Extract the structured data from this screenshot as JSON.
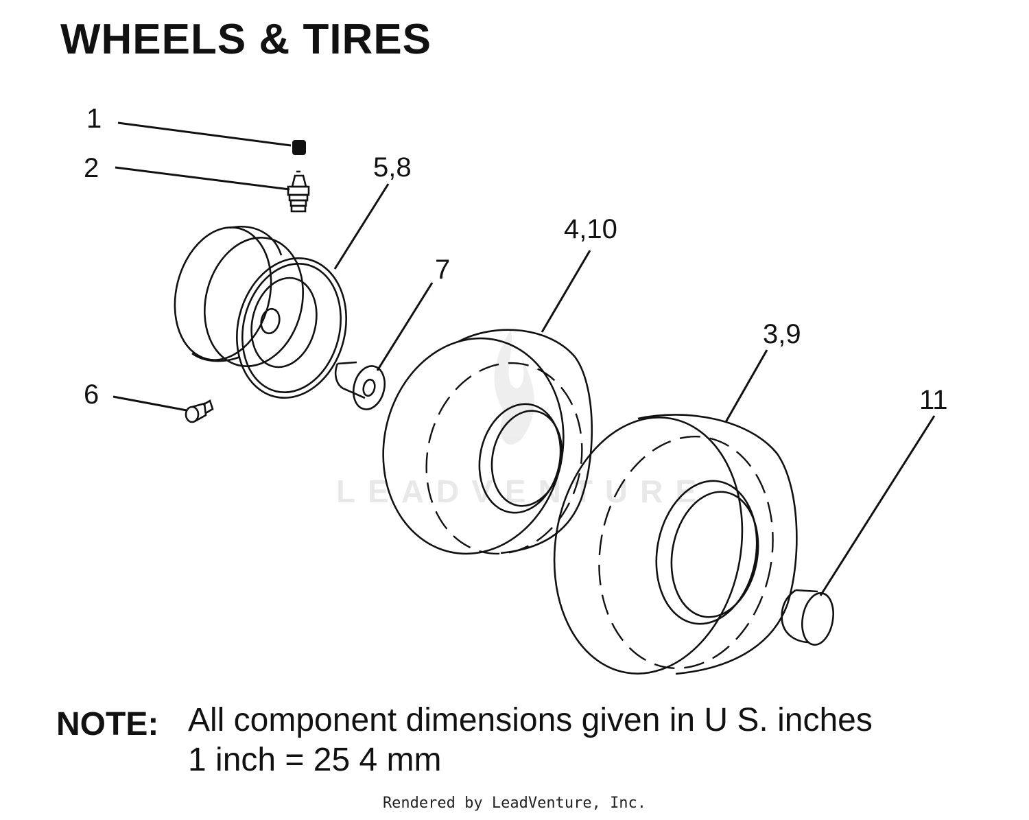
{
  "title": "WHEELS & TIRES",
  "callouts": {
    "c1": "1",
    "c2": "2",
    "c58": "5,8",
    "c410": "4,10",
    "c7": "7",
    "c39": "3,9",
    "c6": "6",
    "c11": "11"
  },
  "note": {
    "label": "NOTE:",
    "line1": "All component dimensions given in U S. inches",
    "line2": "1 inch = 25 4 mm"
  },
  "watermark": "LEADVENTURE",
  "footer": "Rendered by LeadVenture, Inc."
}
